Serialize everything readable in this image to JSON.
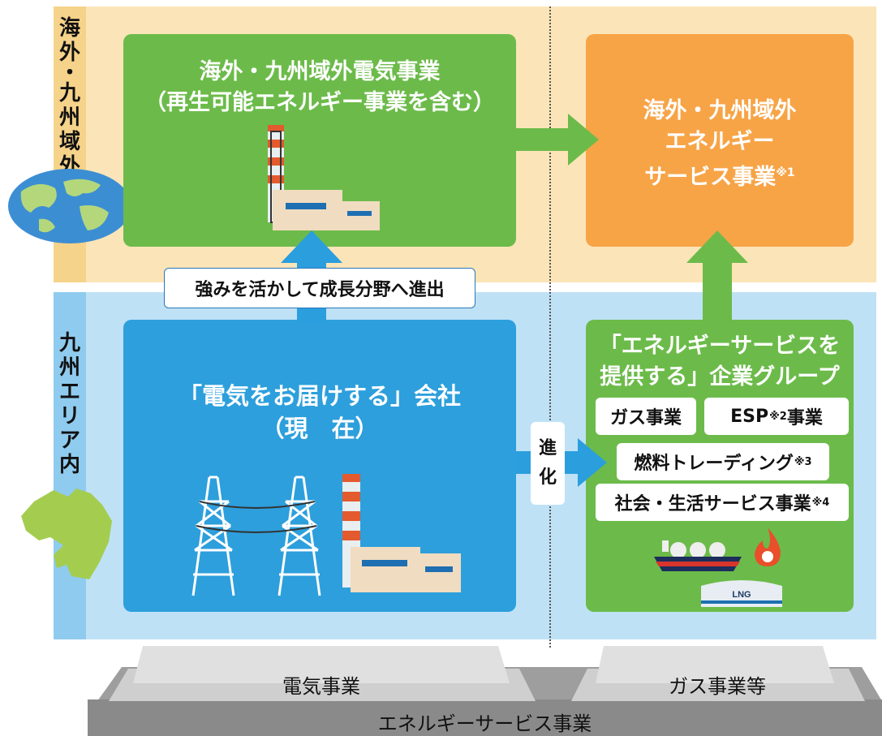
{
  "regions": {
    "overseas_label": [
      "海",
      "外",
      "・",
      "九",
      "州",
      "域",
      "外"
    ],
    "kyushu_label": [
      "九",
      "州",
      "エ",
      "リ",
      "ア",
      "内"
    ]
  },
  "boxes": {
    "overseas_electric": {
      "line1": "海外・九州域外電気事業",
      "line2": "（再生可能エネルギー事業を含む）"
    },
    "overseas_energy": {
      "line1": "海外・九州域外",
      "line2": "エネルギー",
      "line3": "サービス事業",
      "note": "※1"
    },
    "current_company": {
      "line1": "「電気をお届けする」会社",
      "line2": "（現　在）"
    },
    "energy_group": {
      "line1": "「エネルギーサービスを",
      "line2": "提供する」企業グループ"
    }
  },
  "chips": {
    "gas": {
      "text": "ガス事業",
      "note": ""
    },
    "esp": {
      "text": "ESP",
      "note": "※2",
      "suffix": "事業"
    },
    "fuel": {
      "text": "燃料トレーディング",
      "note": "※3"
    },
    "social": {
      "text": "社会・生活サービス事業",
      "note": "※4"
    }
  },
  "callouts": {
    "advance": "強みを活かして成長分野へ進出",
    "evolve_1": "進",
    "evolve_2": "化"
  },
  "platform": {
    "electric": "電気事業",
    "gas": "ガス事業等",
    "base": "エネルギーサービス事業"
  },
  "icons": {
    "lng_tank": "LNG"
  },
  "colors": {
    "overseas_bg": "#fbe5b8",
    "kyushu_bg": "#bfe1f6",
    "green": "#6cbb4a",
    "orange": "#f7a447",
    "blue": "#2d9fdc",
    "arrow_blue": "#2b9ede",
    "platform_gray": "#c9c9c9"
  }
}
